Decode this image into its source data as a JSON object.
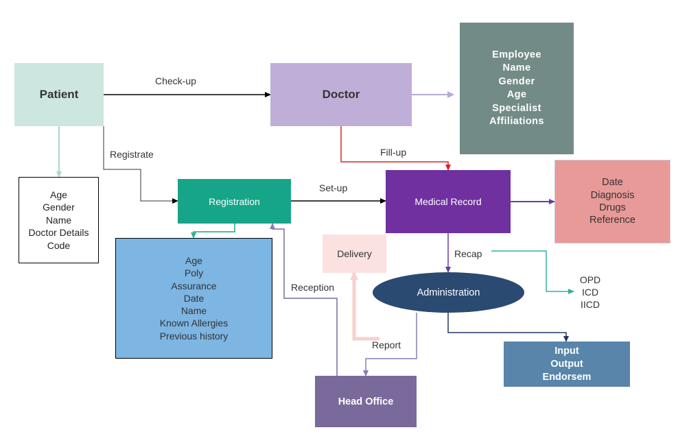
{
  "nodes": {
    "patient": {
      "title": "Patient"
    },
    "doctor": {
      "title": "Doctor"
    },
    "employee": {
      "lines": [
        "Employee",
        "Name",
        "Gender",
        "Age",
        "Specialist",
        "Affiliations"
      ]
    },
    "patient_info": {
      "lines": [
        "Age",
        "Gender",
        "Name",
        "Doctor Details",
        "Code"
      ]
    },
    "registration": {
      "title": "Registration"
    },
    "medical_record": {
      "title": "Medical Record"
    },
    "record_info": {
      "lines": [
        "Date",
        "Diagnosis",
        "Drugs",
        "Reference"
      ]
    },
    "registration_info": {
      "lines": [
        "Age",
        "Poly",
        "Assurance",
        "Date",
        "Name",
        "Known Allergies",
        "Previous history"
      ]
    },
    "delivery": {
      "title": "Delivery"
    },
    "administration": {
      "title": "Administration"
    },
    "opd_info": {
      "lines": [
        "OPD",
        "ICD",
        "IICD"
      ]
    },
    "admin_output": {
      "lines": [
        "Input",
        "Output",
        "Endorsem"
      ]
    },
    "head_office": {
      "title": "Head Office"
    }
  },
  "connectors": {
    "checkup": "Check-up",
    "registrate": "Registrate",
    "fillup": "Fill-up",
    "setup": "Set-up",
    "recap": "Recap",
    "reception": "Reception",
    "report": "Report"
  },
  "colors": {
    "patient": "#cde6e0",
    "doctor": "#bfafd8",
    "employee": "#728b87",
    "registration": "#17a589",
    "medical_record": "#70309f",
    "record_info": "#e89a98",
    "registration_info": "#7db5e3",
    "delivery": "#fbe1df",
    "administration": "#2b4a72",
    "admin_output": "#5885a9",
    "head_office": "#7a6a9b",
    "arrow_black": "#000000",
    "arrow_red": "#e02020",
    "arrow_teal": "#2bb39e",
    "arrow_purple": "#6a3d9a",
    "arrow_lavender": "#b8a9d6",
    "arrow_mint": "#a8d8cc",
    "arrow_pink": "#f8d0cc",
    "arrow_navy": "#1f3864",
    "arrow_mauve": "#8a7ab8"
  }
}
